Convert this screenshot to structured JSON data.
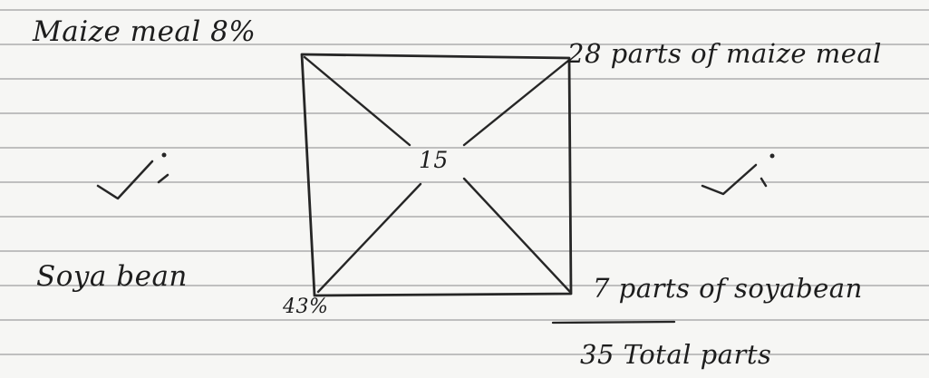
{
  "notes": {
    "ingredients": {
      "maize_meal_label": "Maize meal 8%",
      "soya_bean_label": "Soya bean",
      "soya_bean_percent": "43%"
    },
    "target_value": "15",
    "results": {
      "maize_parts": "28 parts of maize meal",
      "soya_parts": "7 parts of soyabean",
      "total_parts": "35 Total parts"
    },
    "marks": {
      "left_tick": "✓;",
      "right_tick": "✓;"
    }
  }
}
